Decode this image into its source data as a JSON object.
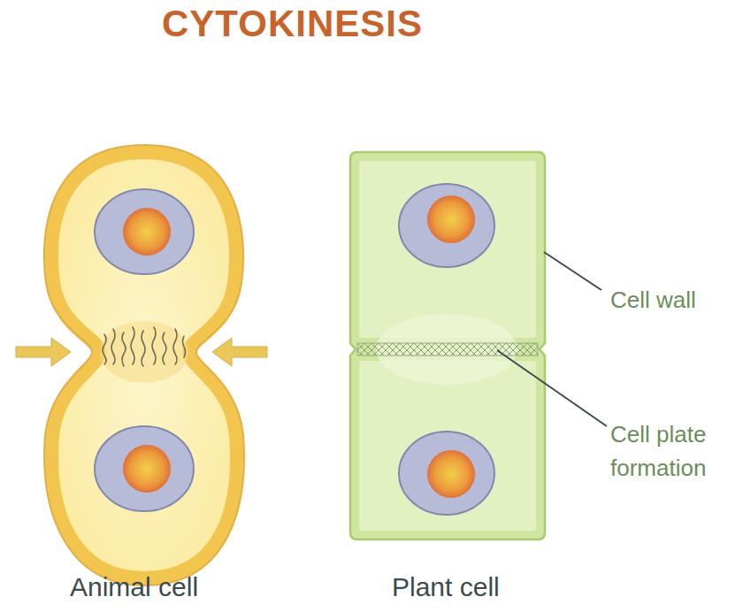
{
  "diagram": {
    "title": "CYTOKINESIS",
    "labels": [
      "Cell wall",
      "Cell plate formation",
      "Animal cell",
      "Plant cell"
    ]
  }
}
